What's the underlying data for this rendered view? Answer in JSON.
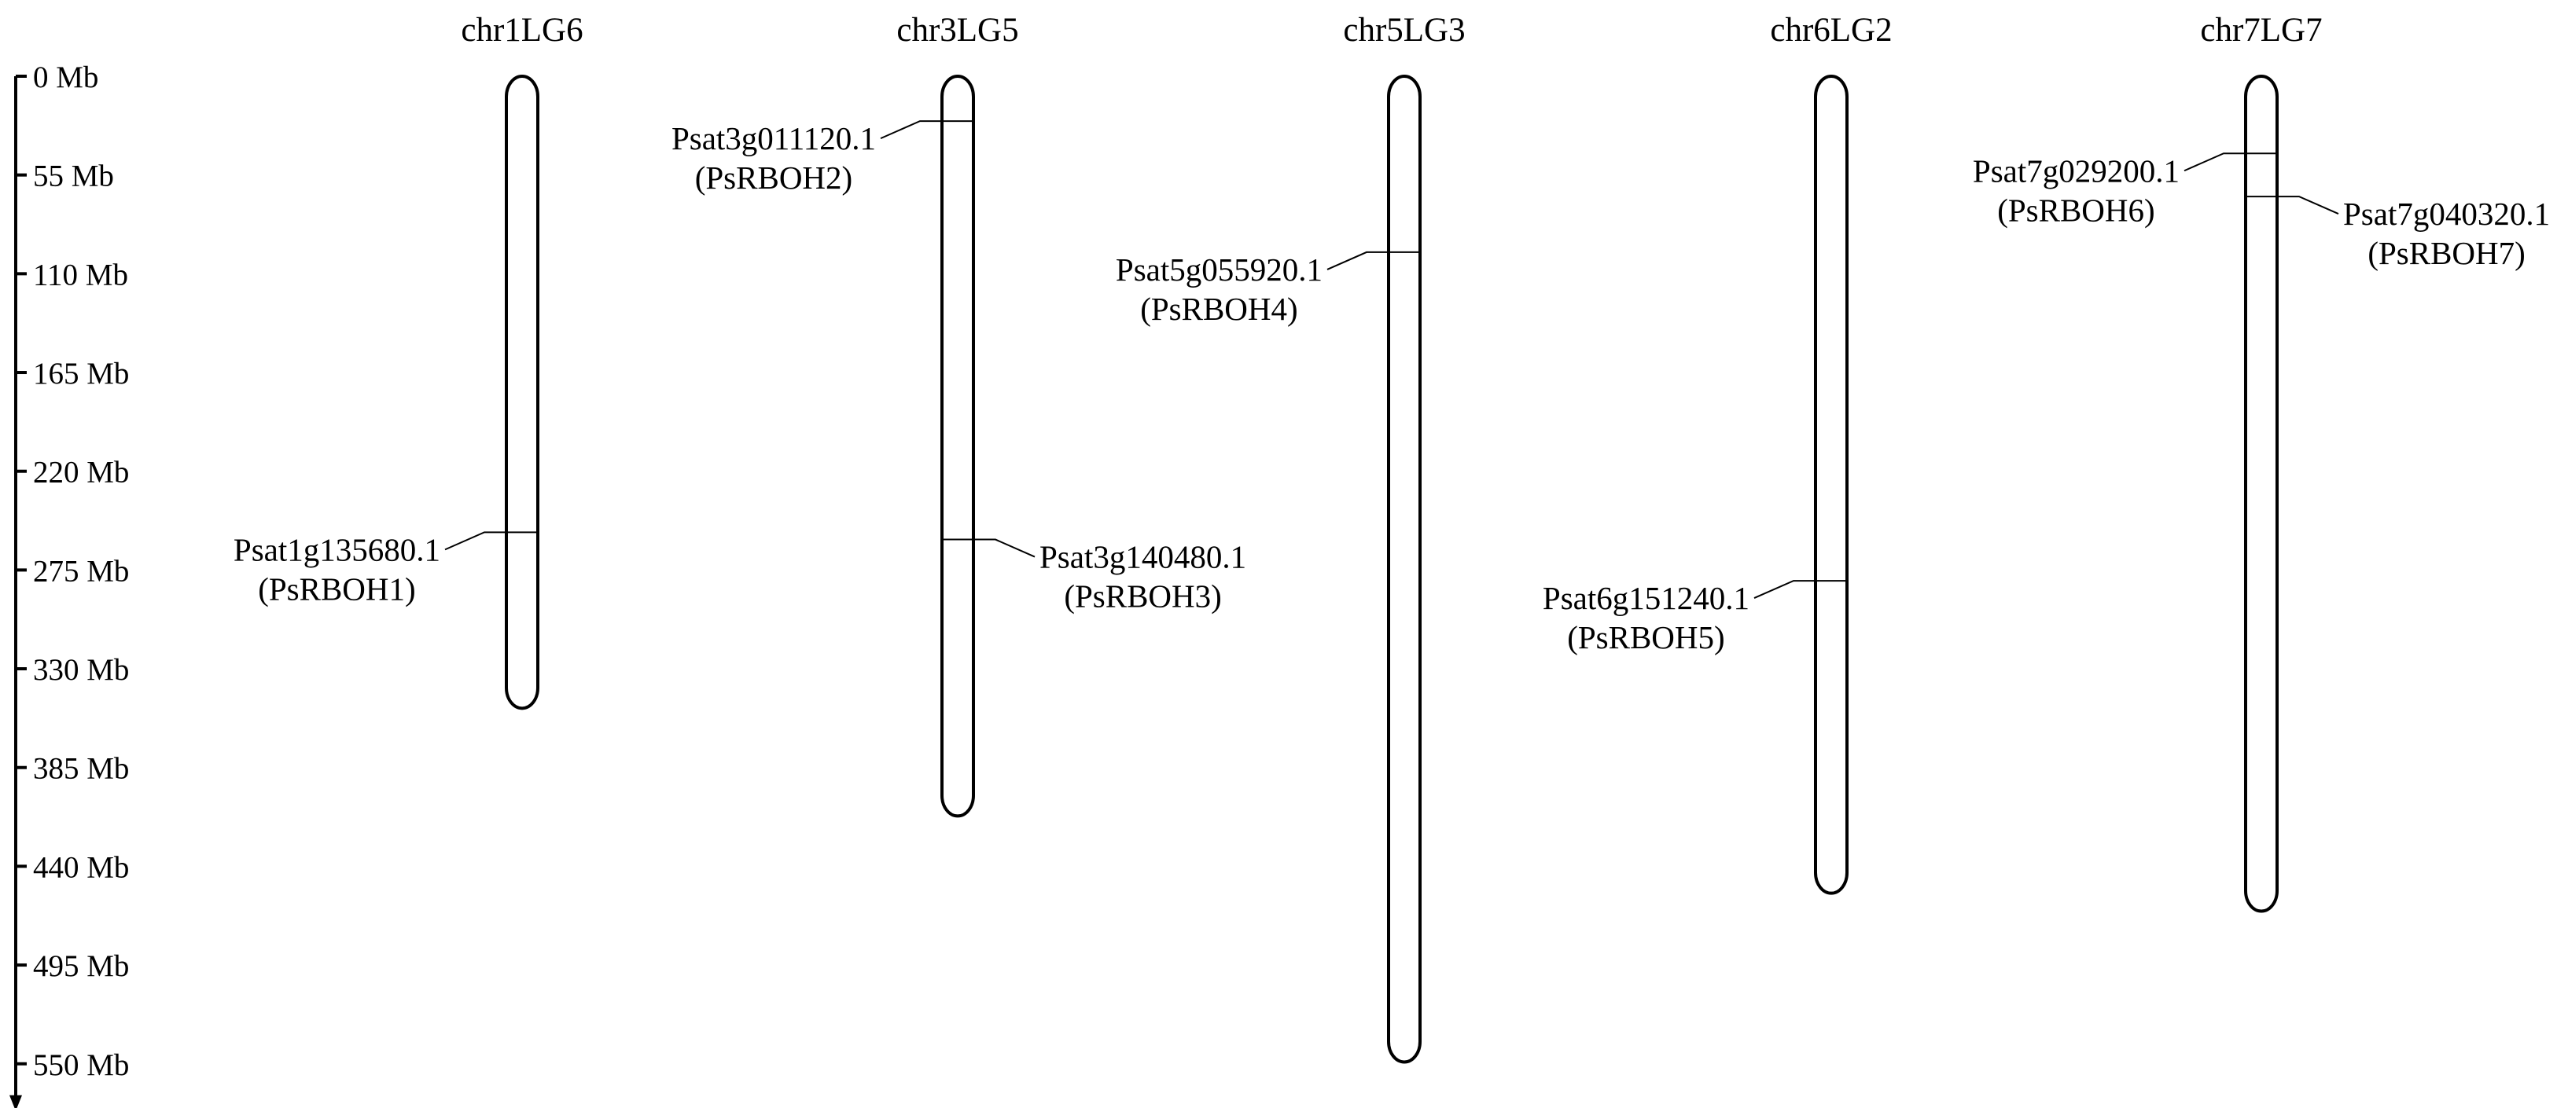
{
  "scale": {
    "unit": "Mb",
    "ticks": [
      {
        "value": 0,
        "label": "0 Mb"
      },
      {
        "value": 55,
        "label": "55 Mb"
      },
      {
        "value": 110,
        "label": "110 Mb"
      },
      {
        "value": 165,
        "label": "165 Mb"
      },
      {
        "value": 220,
        "label": "220 Mb"
      },
      {
        "value": 275,
        "label": "275 Mb"
      },
      {
        "value": 330,
        "label": "330 Mb"
      },
      {
        "value": 385,
        "label": "385 Mb"
      },
      {
        "value": 440,
        "label": "440 Mb"
      },
      {
        "value": 495,
        "label": "495 Mb"
      },
      {
        "value": 550,
        "label": "550 Mb"
      }
    ]
  },
  "chromosomes": [
    {
      "name": "chr1LG6",
      "length_mb": 352,
      "genes": [
        {
          "id": "Psat1g135680.1",
          "alias": "(PsRBOH1)",
          "position_mb": 254,
          "side": "left"
        }
      ]
    },
    {
      "name": "chr3LG5",
      "length_mb": 412,
      "genes": [
        {
          "id": "Psat3g011120.1",
          "alias": "(PsRBOH2)",
          "position_mb": 25,
          "side": "left"
        },
        {
          "id": "Psat3g140480.1",
          "alias": "(PsRBOH3)",
          "position_mb": 258,
          "side": "right"
        }
      ]
    },
    {
      "name": "chr5LG3",
      "length_mb": 549,
      "genes": [
        {
          "id": "Psat5g055920.1",
          "alias": "(PsRBOH4)",
          "position_mb": 98,
          "side": "left"
        }
      ]
    },
    {
      "name": "chr6LG2",
      "length_mb": 455,
      "genes": [
        {
          "id": "Psat6g151240.1",
          "alias": "(PsRBOH5)",
          "position_mb": 281,
          "side": "left"
        }
      ]
    },
    {
      "name": "chr7LG7",
      "length_mb": 465,
      "genes": [
        {
          "id": "Psat7g029200.1",
          "alias": "(PsRBOH6)",
          "position_mb": 43,
          "side": "left"
        },
        {
          "id": "Psat7g040320.1",
          "alias": "(PsRBOH7)",
          "position_mb": 67,
          "side": "right"
        }
      ]
    }
  ]
}
